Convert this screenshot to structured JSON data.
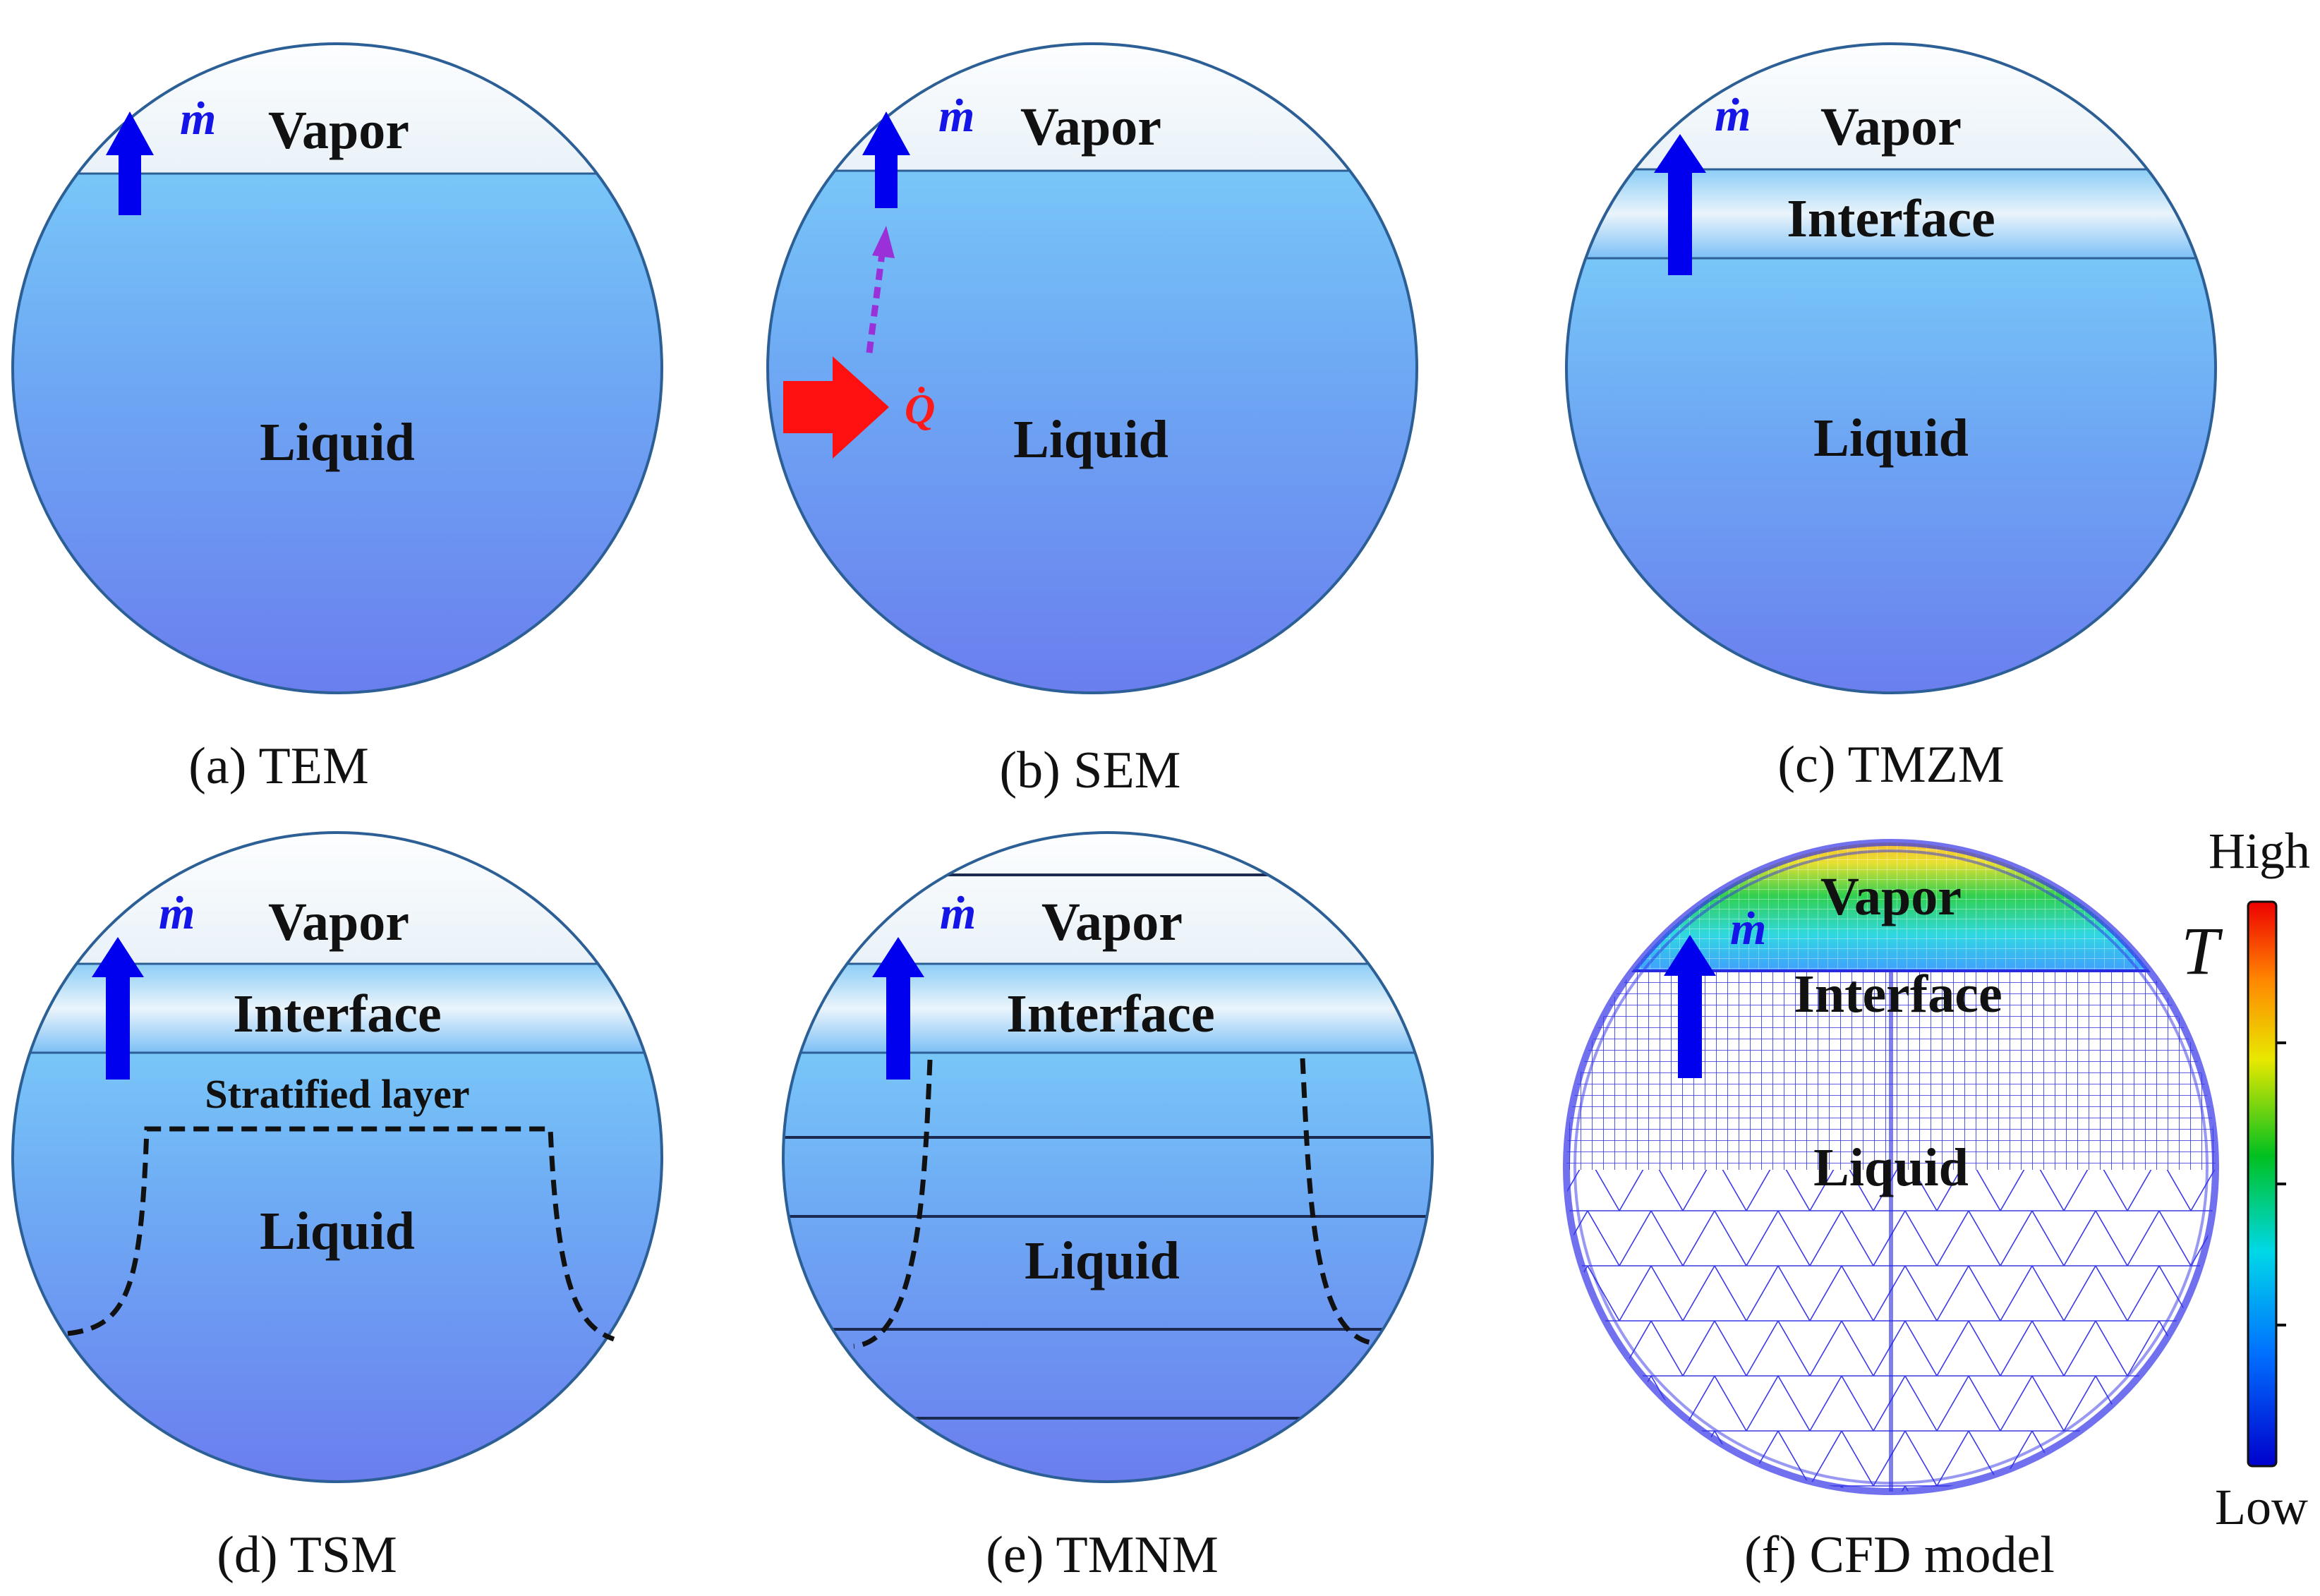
{
  "panels": {
    "a": {
      "caption": "(a) TEM",
      "vapor": "Vapor",
      "liquid": "Liquid",
      "mdot": "ṁ"
    },
    "b": {
      "caption": "(b) SEM",
      "vapor": "Vapor",
      "liquid": "Liquid",
      "mdot": "ṁ",
      "qdot": "Q̇"
    },
    "c": {
      "caption": "(c) TMZM",
      "vapor": "Vapor",
      "interface": "Interface",
      "liquid": "Liquid",
      "mdot": "ṁ"
    },
    "d": {
      "caption": "(d) TSM",
      "vapor": "Vapor",
      "interface": "Interface",
      "stratified": "Stratified layer",
      "liquid": "Liquid",
      "mdot": "ṁ"
    },
    "e": {
      "caption": "(e) TMNM",
      "vapor": "Vapor",
      "interface": "Interface",
      "liquid": "Liquid",
      "mdot": "ṁ"
    },
    "f": {
      "caption": "(f) CFD model",
      "vapor": "Vapor",
      "interface": "Interface",
      "liquid": "Liquid",
      "mdot": "ṁ"
    }
  },
  "colorbar": {
    "high": "High",
    "low": "Low",
    "symbol": "T"
  },
  "colors": {
    "vapor": "#f4f8fb",
    "interface": "#8ccdf5",
    "liquid_top": "#72baf6",
    "liquid_bottom": "#6a80ef",
    "outline": "#2c5f95",
    "mdot_arrow": "#0000ee",
    "heat_arrow": "#ff1010",
    "heat_path": "#9a30d8",
    "mesh": "#2a2ae0"
  }
}
